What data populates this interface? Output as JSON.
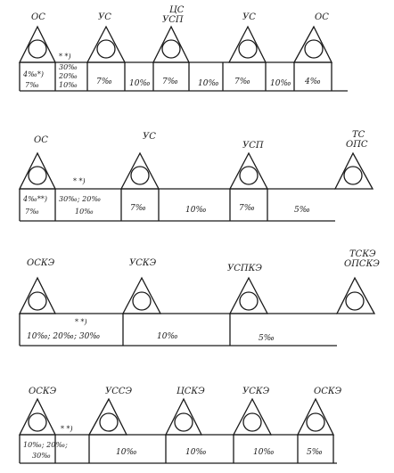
{
  "row1": {
    "stations": [
      "ОС",
      "УС",
      "ЦС",
      "УСП",
      "УС",
      "ОС"
    ],
    "note": "* *)",
    "left_values": [
      "4‰*)",
      "7‰"
    ],
    "note_values": [
      "30‰",
      "20‰",
      "10‰"
    ],
    "values": [
      "7‰",
      "10‰",
      "7‰",
      "10‰",
      "7‰",
      "10‰",
      "4‰"
    ]
  },
  "row2": {
    "stations": [
      "ОС",
      "УС",
      "УСП",
      "ТС",
      "ОПС"
    ],
    "note": "* *)",
    "left_values": [
      "4‰**)",
      "7‰"
    ],
    "mid_values": [
      "30‰; 20‰",
      "10‰"
    ],
    "values": [
      "7‰",
      "10‰",
      "7‰",
      "5‰"
    ]
  },
  "row3": {
    "stations": [
      "ОСКЭ",
      "УСКЭ",
      "УСПКЭ",
      "ТСКЭ",
      "ОПСКЭ"
    ],
    "note": "* *)",
    "values": [
      "10‰; 20‰; 30‰",
      "10‰",
      "5‰"
    ]
  },
  "row4": {
    "stations": [
      "ОСКЭ",
      "УССЭ",
      "ЦСКЭ",
      "УСКЭ",
      "ОСКЭ"
    ],
    "note": "* *)",
    "left_values": [
      "10‰; 20‰;",
      "30‰"
    ],
    "values": [
      "10‰",
      "10‰",
      "10‰",
      "5‰"
    ]
  }
}
